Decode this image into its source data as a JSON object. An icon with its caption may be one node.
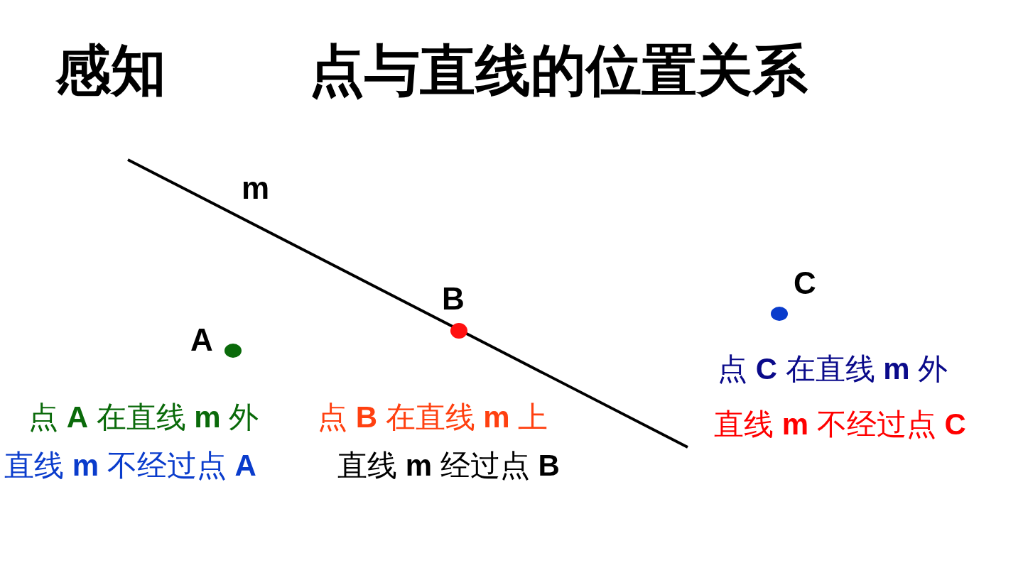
{
  "diagram": {
    "title": "点与直线的位置关系",
    "labels": [
      "感知",
      "m",
      "C",
      "B",
      "A",
      "点 **C** 在直线 **m** 外",
      "点 **A** 在直线 **m** 外",
      "点 **B** 在直线 **m** 上",
      "直线 **m** 不经过点 **C**",
      "直线 **m** 不经过点 **A**",
      "直线 **m** 经过点 **B**"
    ]
  }
}
